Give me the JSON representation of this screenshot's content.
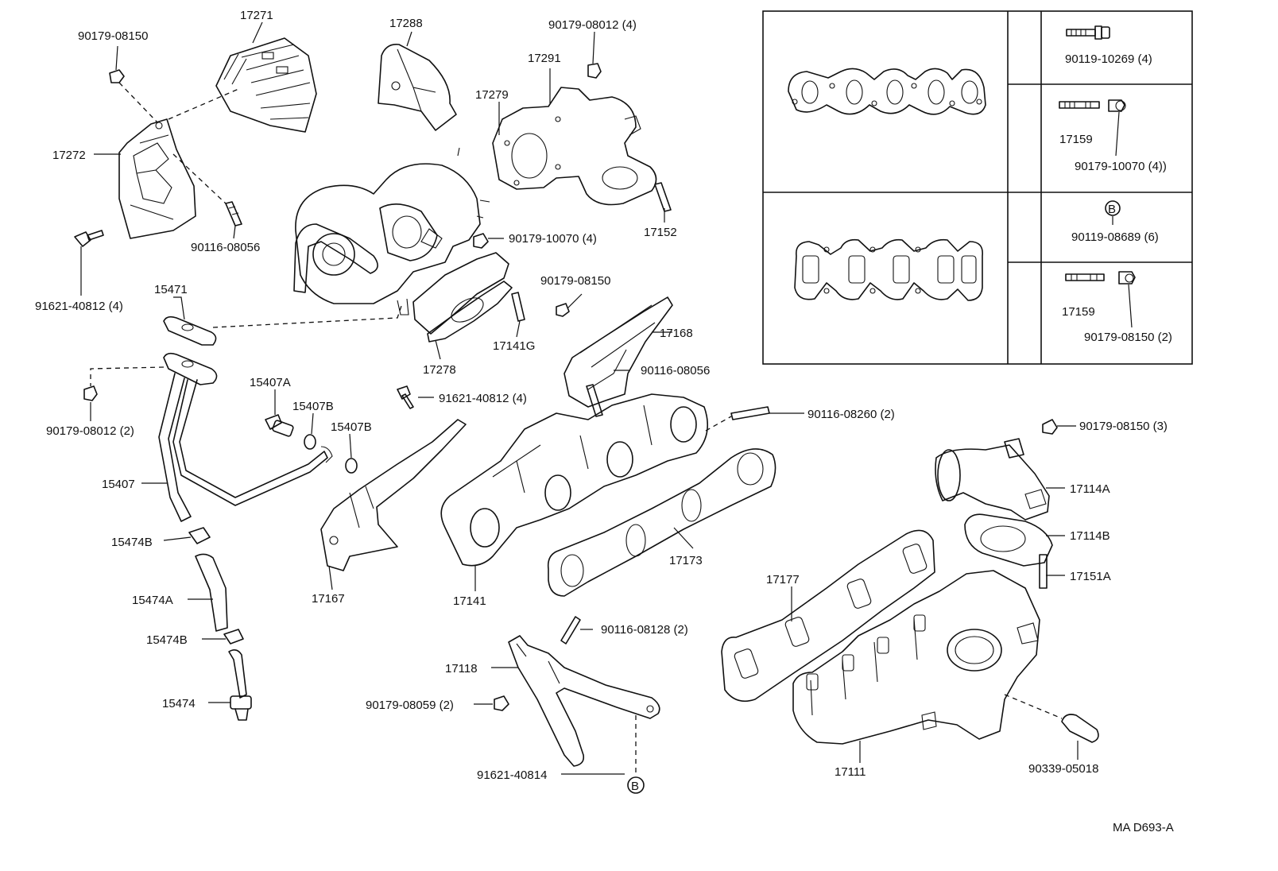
{
  "labels": {
    "p17271": "17271",
    "p17288": "17288",
    "p90179_08012_4": "90179-08012 (4)",
    "p90179_08150_top": "90179-08150",
    "p17291": "17291",
    "p17279": "17279",
    "p17272": "17272",
    "p90116_08056_left": "90116-08056",
    "p90179_10070_4": "90179-10070 (4)",
    "p17152": "17152",
    "p91621_40812_4_left": "91621-40812 (4)",
    "p15471": "15471",
    "p90179_08150_mid": "90179-08150",
    "p17168": "17168",
    "p17141G": "17141G",
    "p17278": "17278",
    "p90116_08056_mid": "90116-08056",
    "p90179_08012_2": "90179-08012 (2)",
    "p15407A": "15407A",
    "p15407B_a": "15407B",
    "p15407B_b": "15407B",
    "p91621_40812_4_mid": "91621-40812 (4)",
    "p90116_08260_2": "90116-08260 (2)",
    "p90179_08150_3": "90179-08150 (3)",
    "p15407": "15407",
    "p17114A": "17114A",
    "p17114B": "17114B",
    "p15474B_a": "15474B",
    "p17173": "17173",
    "p17151A": "17151A",
    "p17177": "17177",
    "p15474A": "15474A",
    "p17167": "17167",
    "p17141": "17141",
    "p15474B_b": "15474B",
    "p90116_08128_2": "90116-08128 (2)",
    "p17118": "17118",
    "p15474": "15474",
    "p90179_08059_2": "90179-08059 (2)",
    "p17111": "17111",
    "p90339_05018": "90339-05018",
    "p91621_40814": "91621-40814",
    "callout_b": "B"
  },
  "inset_table": {
    "r1": "90119-10269 (4)",
    "r2a": "17159",
    "r2b": "90179-10070 (4))",
    "r3_callout": "B",
    "r3": "90119-08689 (6)",
    "r4a": "17159",
    "r4b": "90179-08150 (2)"
  },
  "footer": {
    "code": "MA D693-A"
  }
}
